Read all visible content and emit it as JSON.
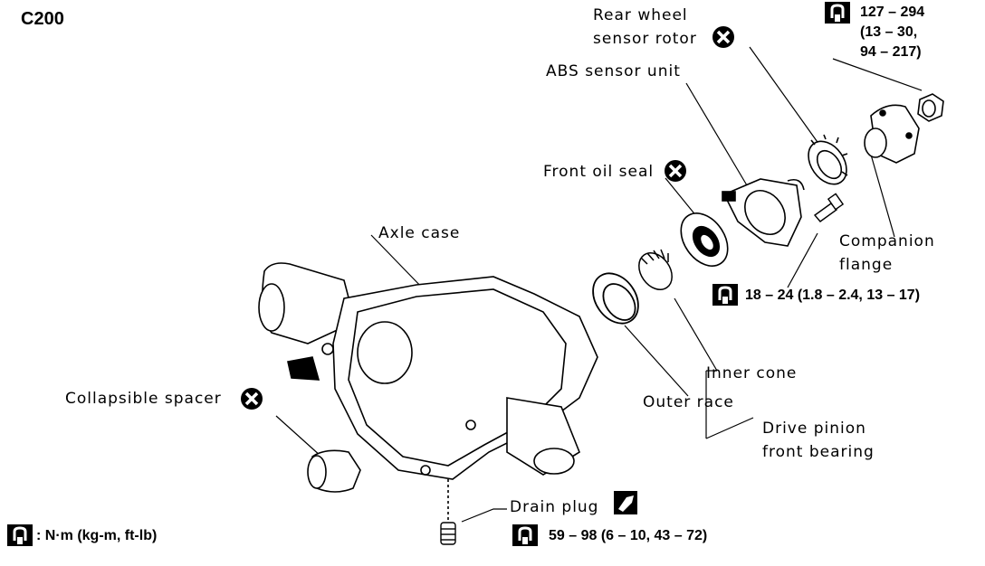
{
  "model": "C200",
  "parts": {
    "rear_wheel_sensor_rotor": [
      "Rear wheel",
      "sensor rotor"
    ],
    "abs_sensor_unit": "ABS sensor unit",
    "front_oil_seal": "Front oil seal",
    "axle_case": "Axle case",
    "companion_flange": [
      "Companion",
      "flange"
    ],
    "inner_cone": "Inner cone",
    "outer_race": "Outer race",
    "drive_pinion_front_bearing": [
      "Drive pinion",
      "front bearing"
    ],
    "collapsible_spacer": "Collapsible spacer",
    "drain_plug": "Drain plug"
  },
  "torques": {
    "companion_nut": [
      "127 – 294",
      "(13 – 30,",
      "94 – 217)"
    ],
    "sensor_bolt": "18 – 24 (1.8 – 2.4, 13 – 17)",
    "drain_plug": "59 – 98 (6 – 10, 43 – 72)"
  },
  "legend": ": N·m (kg-m, ft-lb)",
  "icons": {
    "replace": "x-circle-icon",
    "torque": "torque-wrench-icon",
    "sealant": "sealant-icon"
  },
  "colors": {
    "ink": "#000000",
    "paper": "#ffffff"
  }
}
